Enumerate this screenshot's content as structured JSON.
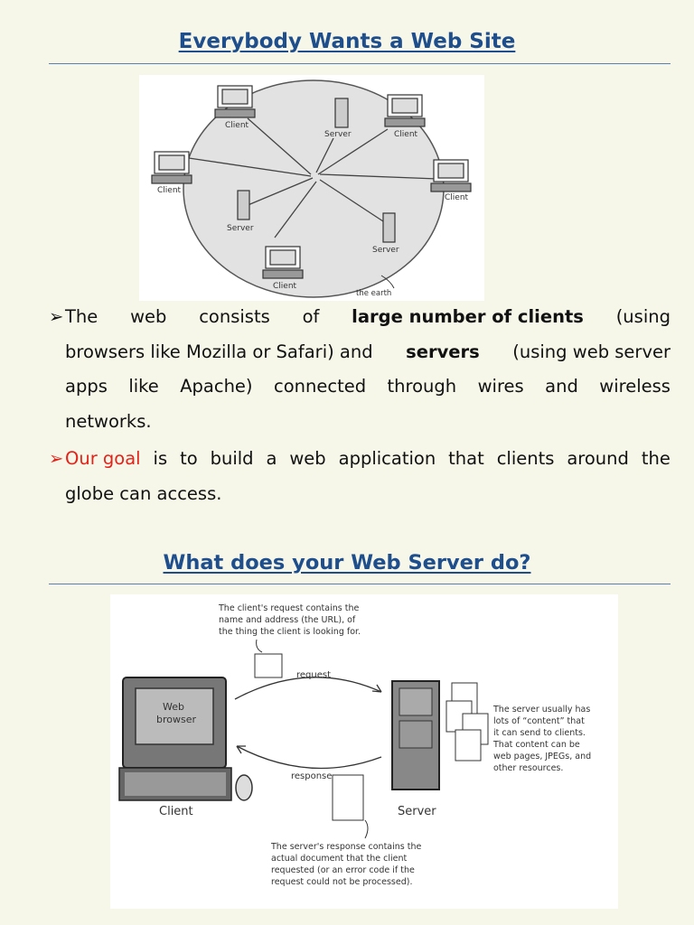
{
  "section1": {
    "title": "Everybody Wants a Web Site",
    "figure": {
      "labels": {
        "client": "Client",
        "server": "Server",
        "earth": "the earth"
      }
    },
    "bullet1": {
      "line1": [
        "The",
        "web",
        "consists",
        "of",
        "large number of clients",
        "(using"
      ],
      "line2": [
        "browsers like Mozilla or Safari) and",
        "servers",
        "(using web server"
      ],
      "line3": [
        "apps",
        "like",
        "Apache)",
        "connected",
        "through",
        "wires",
        "and",
        "wireless"
      ],
      "line4": "networks."
    },
    "bullet2": {
      "highlight": "Our goal",
      "line1_rest": [
        "is",
        "to",
        "build",
        "a",
        "web",
        "application",
        "that",
        "clients",
        "around",
        "the"
      ],
      "line2": "globe can access."
    }
  },
  "section2": {
    "title": "What does your Web Server do?",
    "figure": {
      "client_label": "Client",
      "server_label": "Server",
      "browser_label_1": "Web",
      "browser_label_2": "browser",
      "request_label": "request",
      "response_label": "response",
      "note_request": [
        "The client's request contains the",
        "name and address (the URL), of",
        "the thing the client is looking for."
      ],
      "note_content": [
        "The server usually has",
        "lots of “content” that",
        "it can send to clients.",
        "That content can be",
        "web pages, JPEGs, and",
        "other resources."
      ],
      "note_response": [
        "The server's response contains the",
        "actual document that the client",
        "requested (or an error code if the",
        "request could not be processed)."
      ]
    }
  },
  "colors": {
    "heading": "#1f4e8c",
    "accent_red": "#e2231a",
    "rule": "#5b7fb0",
    "background": "#f6f6e9"
  }
}
